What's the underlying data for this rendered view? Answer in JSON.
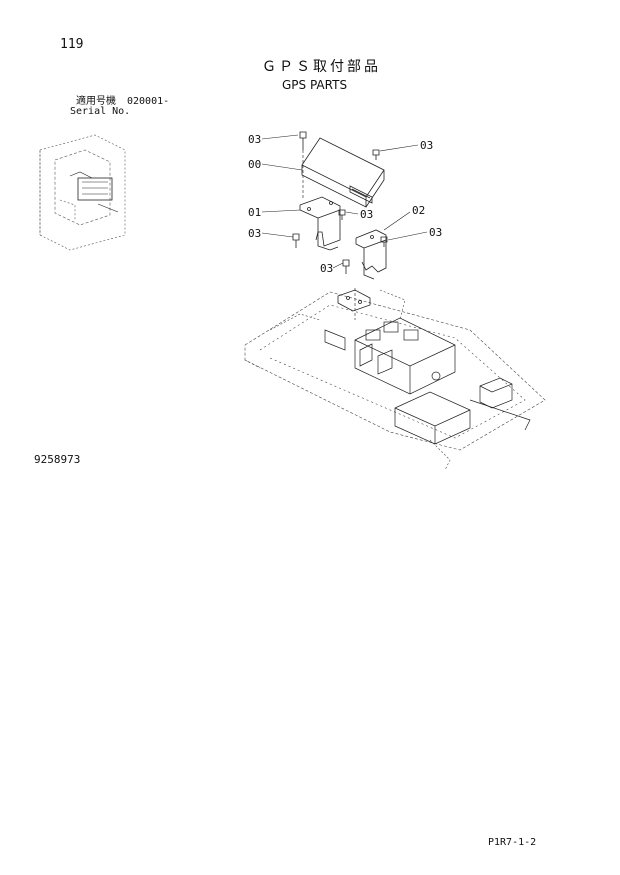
{
  "page": {
    "number": "119",
    "title_jp": "ＧＰＳ取付部品",
    "title_en": "GPS PARTS",
    "serial_label_jp": "適用号機",
    "serial_value": "020001-",
    "serial_label_en": "Serial No.",
    "drawing_number": "9258973",
    "page_code": "P1R7-1-2"
  },
  "callouts": {
    "c03_a": "03",
    "c03_b": "03",
    "c00": "00",
    "c01": "01",
    "c03_c": "03",
    "c02": "02",
    "c03_d": "03",
    "c03_e": "03",
    "c03_f": "03"
  }
}
